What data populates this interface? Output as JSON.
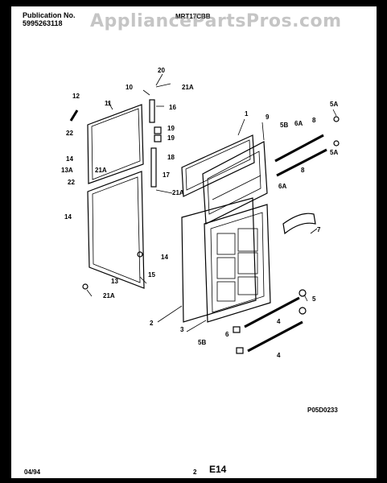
{
  "header": {
    "publication_label": "Publication No.",
    "publication_number": "5995263118",
    "model": "MRT17CBB"
  },
  "watermark": "AppliancePartsPros.com",
  "footer": {
    "date": "04/94",
    "page": "2",
    "section": "E14",
    "figure_code": "P05D0233"
  },
  "callouts": [
    "20",
    "10",
    "21A",
    "12",
    "11",
    "16",
    "19",
    "19",
    "18",
    "1",
    "9",
    "5B",
    "6A",
    "8",
    "5A",
    "22",
    "14",
    "21A",
    "13A",
    "22",
    "17",
    "21A",
    "5A",
    "8",
    "6A",
    "14",
    "7",
    "14",
    "15",
    "13",
    "21A",
    "2",
    "3",
    "5",
    "4",
    "5B",
    "6",
    "4"
  ]
}
